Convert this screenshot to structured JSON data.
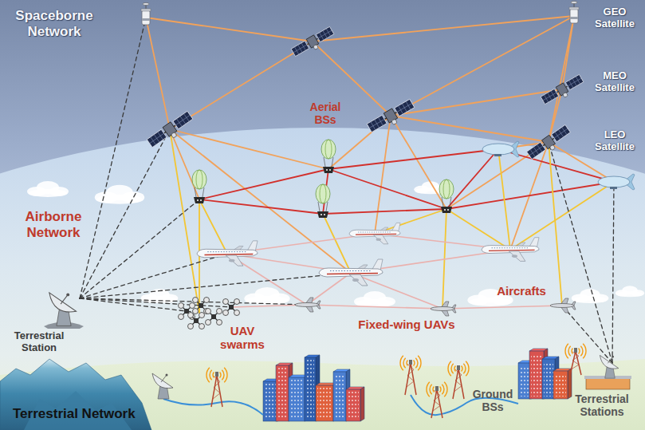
{
  "diagram": {
    "nodes": [
      {
        "text": [
          "Spaceborne Network"
        ]
      },
      {
        "text": [
          "Airborne Network"
        ]
      },
      {
        "text": [
          "Terrestrial Network"
        ]
      }
    ],
    "labels": [
      "GEO Satellite",
      "MEO Satellite",
      "LEO Satellite",
      "Aerial BSs",
      "Aircrafts",
      "Terrestrial Station",
      "UAV swarms",
      "Fixed-wing UAVs",
      "Ground BSs",
      "Terrestrial Stations"
    ]
  }
}
